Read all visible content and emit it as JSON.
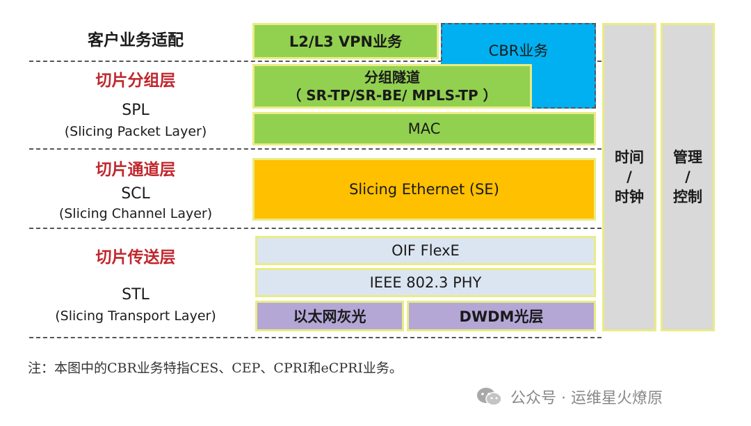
{
  "left_labels": {
    "customer": "客户业务适配",
    "spl_cn": "切片分组层",
    "spl_abbr": "SPL",
    "spl_full": "(Slicing Packet Layer)",
    "scl_cn": "切片通道层",
    "scl_abbr": "SCL",
    "scl_full": "(Slicing Channel Layer)",
    "stl_cn": "切片传送层",
    "stl_abbr": "STL",
    "stl_full": "(Slicing Transport Layer)"
  },
  "blocks": {
    "l2l3_vpn": "L2/L3 VPN业务",
    "cbr": "CBR业务",
    "packet_tunnel_title": "分组隧道",
    "packet_tunnel_sub": "（ SR-TP/SR-BE/ MPLS-TP ）",
    "mac": "MAC",
    "slicing_ethernet": "Slicing Ethernet (SE)",
    "oif_flexe": "OIF FlexE",
    "ieee_phy": "IEEE 802.3 PHY",
    "ethernet_grey_light": "以太网灰光",
    "dwdm": "DWDM光层"
  },
  "side_columns": {
    "time": [
      "时间",
      "/",
      "时钟"
    ],
    "mgmt": [
      "管理",
      "/",
      "控制"
    ]
  },
  "note": "注：本图中的CBR业务特指CES、CEP、CPRI和eCPRI业务。",
  "watermark": "公众号 · 运维星火燎原"
}
